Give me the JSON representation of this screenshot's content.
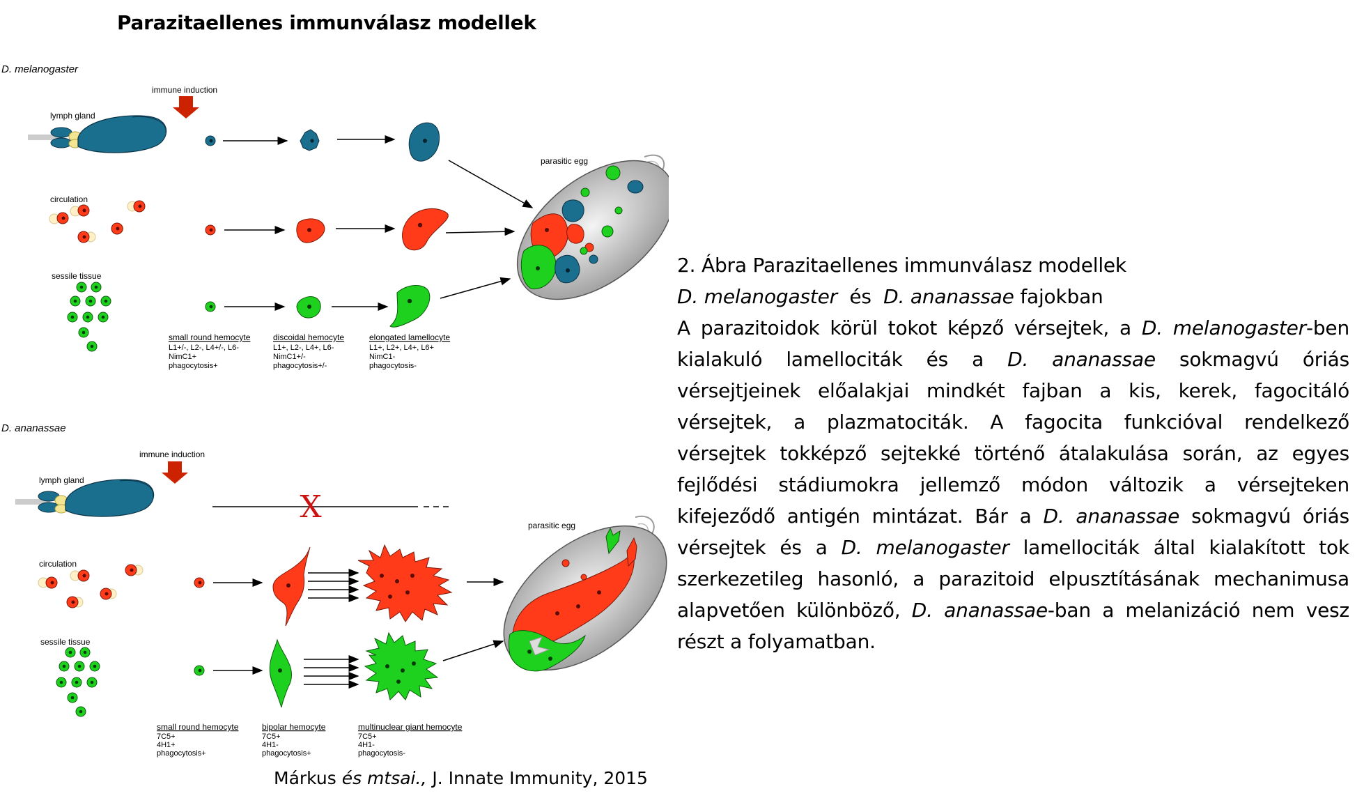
{
  "title": "Parazitaellenes immunválasz modellek",
  "figure": {
    "panel_top": {
      "species": "D. melanogaster",
      "immune_induction": "immune induction",
      "rows": [
        "lymph gland",
        "circulation",
        "sessile tissue"
      ],
      "parasitic_egg": "parasitic egg",
      "cells": [
        {
          "name": "small round hemocyte",
          "markers": [
            "L1+/-, L2-, L4+/-, L6-",
            "NimC1+",
            "phagocytosis+"
          ]
        },
        {
          "name": "discoidal hemocyte",
          "markers": [
            "L1+, L2-, L4+, L6-",
            "NimC1+/-",
            "phagocytosis+/-"
          ]
        },
        {
          "name": "elongated lamellocyte",
          "markers": [
            "L1+, L2+, L4+, L6+",
            "NimC1-",
            "phagocytosis-"
          ]
        }
      ]
    },
    "panel_bottom": {
      "species": "D. ananassae",
      "immune_induction": "immune induction",
      "block_mark": "X",
      "rows": [
        "lymph gland",
        "circulation",
        "sessile tissue"
      ],
      "parasitic_egg": "parasitic egg",
      "cells": [
        {
          "name": "small round hemocyte",
          "markers": [
            "7C5+",
            "4H1+",
            "phagocytosis+"
          ]
        },
        {
          "name": "bipolar hemocyte",
          "markers": [
            "7C5+",
            "4H1-",
            "phagocytosis+"
          ]
        },
        {
          "name": "multinuclear giant hemocyte",
          "markers": [
            "7C5+",
            "4H1-",
            "phagocytosis-"
          ]
        }
      ]
    },
    "colors": {
      "lymph": "#1a6e8e",
      "red_cell": "#ff3b1a",
      "green_cell": "#1fd11f",
      "arrow": "#cc2200",
      "x_mark": "#cc1111"
    }
  },
  "caption": {
    "heading": "2. Ábra Parazitaellenes immunválasz modellek",
    "line2_sp1": "D. melanogaster",
    "line2_and": "és",
    "line2_sp2": "D. ananassae",
    "line2_tail": "fajokban",
    "p1": "A parazitoidok körül tokot képző vérsejtek, a",
    "p1_sp": "D. melanogaster",
    "p2": "-ben kialakuló lamellociták és a",
    "p2_sp": "D. ananassae",
    "p3": "sokmagvú óriás vérsejtjeinek előalakjai mindkét fajban a kis, kerek, fagocitáló vérsejtek, a plazmatociták. A fagocita funkcióval rendelkező vérsejtek tokképző sejtekké történő átalakulása során, az egyes fejlődési stádiumokra jellemző módon változik a vérsejteken kifejeződő antigén mintázat. Bár a",
    "p3_sp": "D. ananassae",
    "p4": "sokmagvú óriás vérsejtek és a",
    "p4_sp": "D. melanogaster",
    "p5": "lamellociták által kialakított tok szerkezetileg hasonló, a parazitoid elpusztításának  mechanimusa alapvetően különböző,",
    "p5_sp": "D. ananassae",
    "p6": "-ban a  melanizáció nem vesz részt a folyamatban."
  },
  "citation": {
    "author": "Márkus",
    "etal": "és mtsai.,",
    "journal": "J. Innate Immunity, 2015"
  }
}
